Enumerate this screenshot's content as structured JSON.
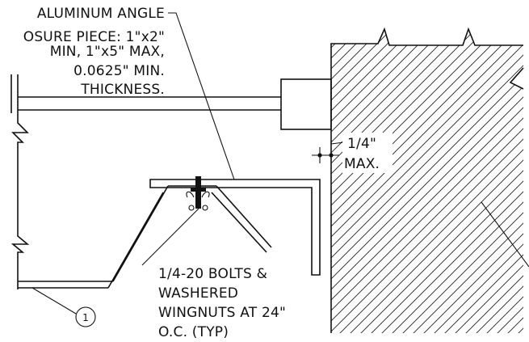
{
  "notes": {
    "aluminum_angle": [
      "ALUMINUM ANGLE",
      "OSURE PIECE: 1\"x2\"",
      "MIN, 1\"x5\" MAX,",
      "0.0625\" MIN.",
      "THICKNESS."
    ],
    "gap": [
      "1/4\"",
      "MAX."
    ],
    "bolts": [
      "1/4-20 BOLTS  &",
      "WASHERED",
      "WINGNUTS AT 24\"",
      "O.C. (TYP)"
    ]
  },
  "callout": {
    "number": "1"
  }
}
